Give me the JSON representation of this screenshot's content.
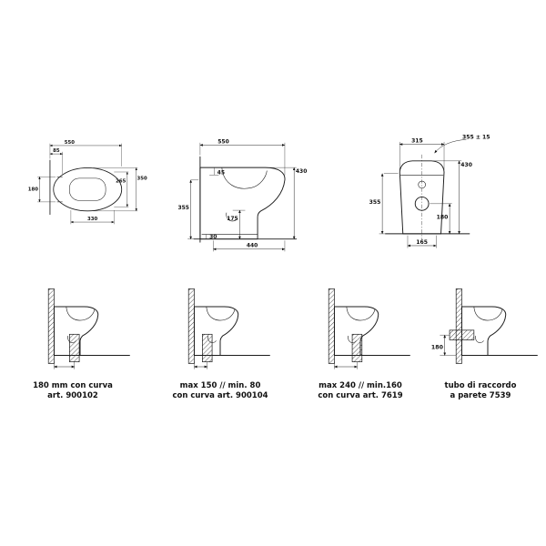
{
  "top_view": {
    "dims": {
      "depth": "550",
      "wall_offset": "85",
      "fixing_centres": "180",
      "inner_length": "265",
      "width": "350",
      "bowl_length": "330"
    }
  },
  "side_view": {
    "dims": {
      "depth": "550",
      "rim_detail": "45",
      "left_height": "355",
      "total_height": "430",
      "trap_height": "175",
      "plinth": "30",
      "base_length": "440"
    }
  },
  "rear_view": {
    "dims": {
      "tolerance_note": "355 ± 15",
      "top_width": "315",
      "left_height": "355",
      "total_height": "430",
      "outlet_height": "180",
      "base_width": "165"
    }
  },
  "installations": [
    {
      "caption_line1": "180 mm con curva",
      "caption_line2": "art. 900102"
    },
    {
      "caption_line1": "max 150 // min. 80",
      "caption_line2": "con curva art. 900104"
    },
    {
      "caption_line1": "max 240 // min.160",
      "caption_line2": "con curva art. 7619"
    },
    {
      "caption_line1": "tubo di raccordo",
      "caption_line2": "a parete 7539",
      "pipe_height": "180"
    }
  ]
}
